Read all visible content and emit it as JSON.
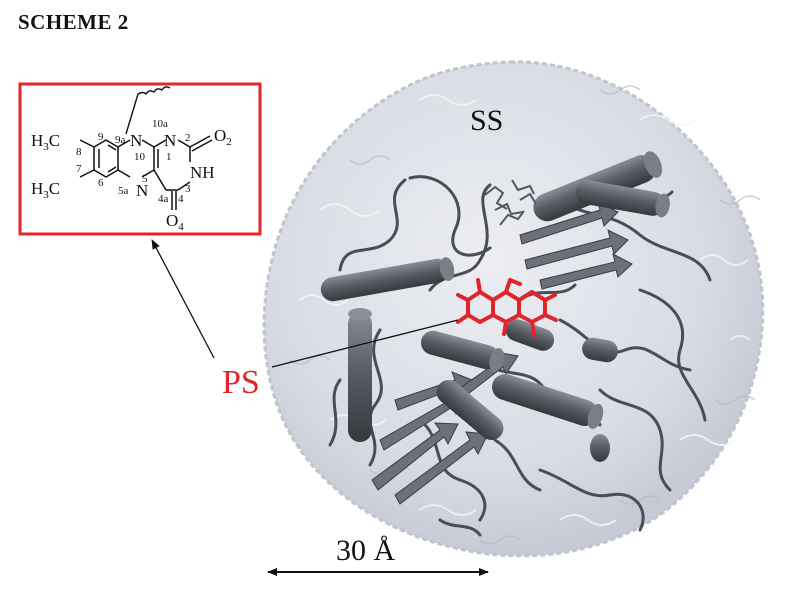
{
  "figure": {
    "title": "SCHEME 2",
    "solvation_label": "SS",
    "photosensitizer_label": "PS",
    "scale_label": "30 Å"
  },
  "structure": {
    "methyl_top": {
      "main": "H",
      "sub": "3",
      "tail": "C"
    },
    "methyl_bottom": {
      "main": "H",
      "sub": "3",
      "tail": "C"
    },
    "atom_labels": {
      "n10": "N",
      "n1": "N",
      "n5": "N",
      "n3h": "NH",
      "o2": {
        "main": "O",
        "sub": "2"
      },
      "o4": {
        "main": "O",
        "sub": "4"
      }
    },
    "position_labels": {
      "p9a": "9a",
      "p10a": "10a",
      "p2": "2",
      "p9": "9",
      "p8": "8",
      "p10": "10",
      "p1": "1",
      "p7": "7",
      "p6": "6",
      "p3": "3",
      "p5": "5",
      "p5a": "5a",
      "p4a": "4a",
      "p4": "4"
    }
  },
  "colors": {
    "accent_red": "#e0262b",
    "sphere": "#d7dae3",
    "protein": "#555860",
    "text": "#111111"
  }
}
